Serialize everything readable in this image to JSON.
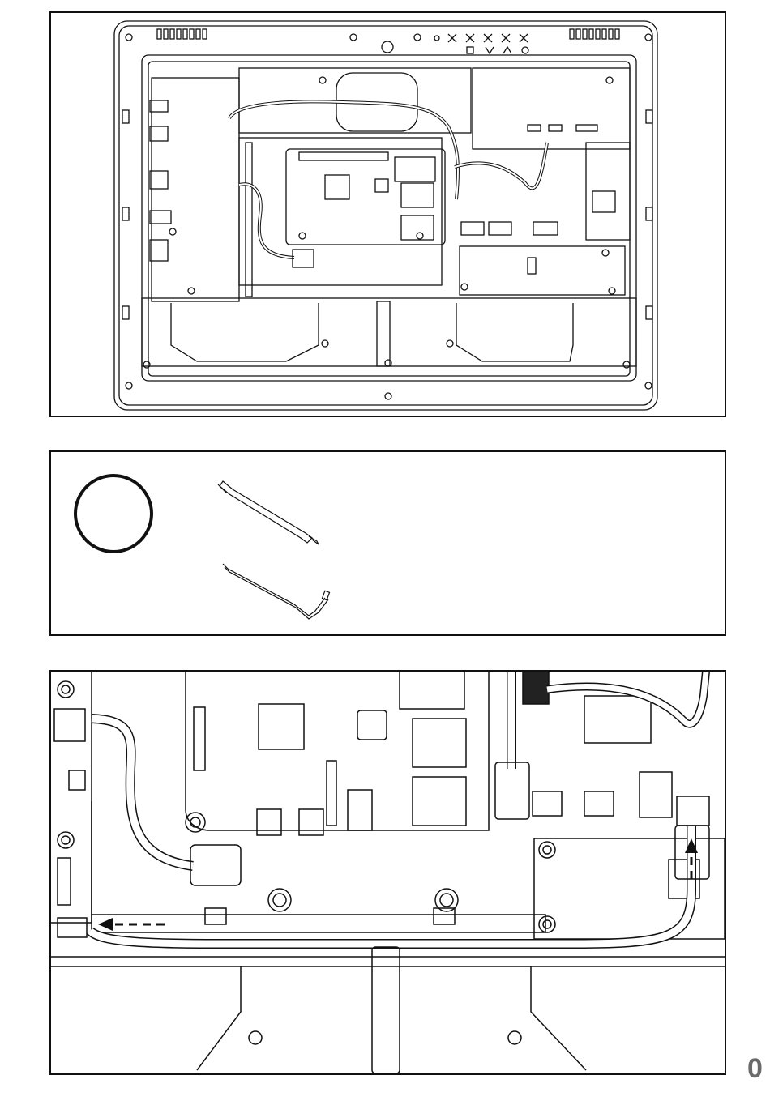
{
  "page": {
    "page_number": "0"
  },
  "panels": [
    {
      "id": "assembly-overview"
    },
    {
      "id": "parts-kit",
      "parts": [
        "o-ring",
        "standoff-rod",
        "bent-wire"
      ]
    },
    {
      "id": "cable-routing-detail"
    }
  ],
  "colors": {
    "line": "#111111",
    "fill": "#ffffff",
    "dark": "#222222",
    "grey": "#6a6a6a"
  }
}
